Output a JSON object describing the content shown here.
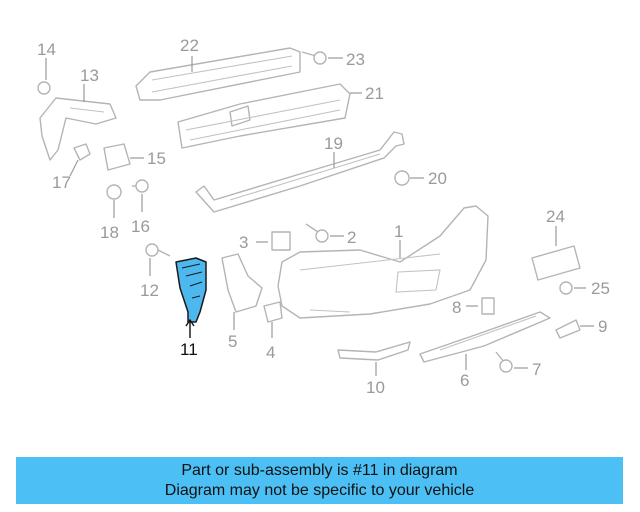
{
  "diagram": {
    "callouts": [
      "1",
      "2",
      "3",
      "4",
      "5",
      "6",
      "7",
      "8",
      "9",
      "10",
      "11",
      "12",
      "13",
      "14",
      "15",
      "16",
      "17",
      "18",
      "19",
      "20",
      "21",
      "22",
      "23",
      "24",
      "25"
    ],
    "highlighted": "11"
  },
  "banner": {
    "line1": "Part or sub-assembly is #11 in diagram",
    "line2": "Diagram may not be specific to your vehicle",
    "background": "#4cc0f5"
  },
  "colors": {
    "highlight_part": "#4db8ee",
    "line_art": "#b4b4b4",
    "callout_text": "#9a9a9a"
  }
}
